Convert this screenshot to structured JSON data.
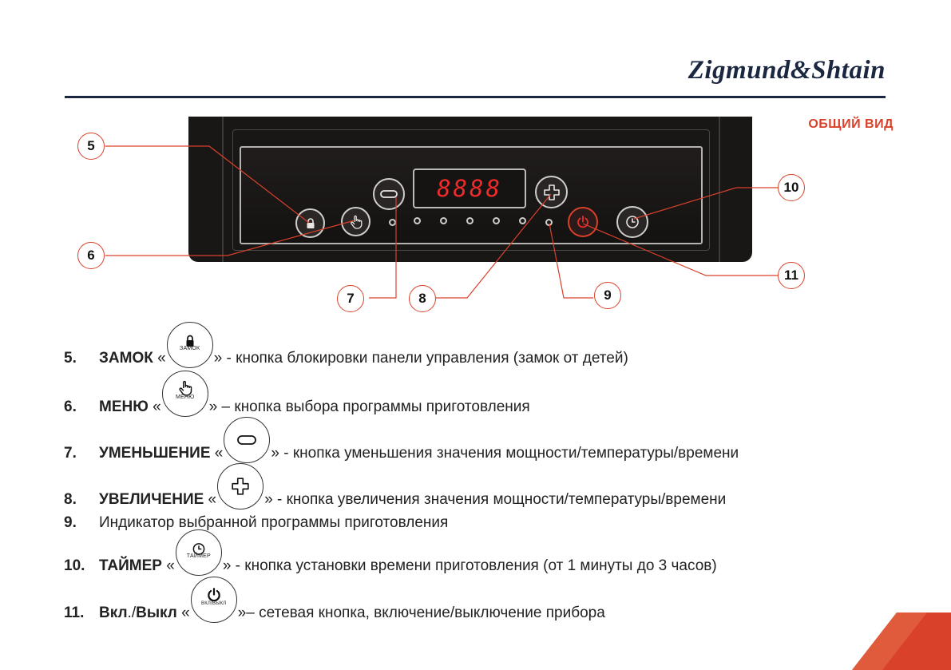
{
  "brand": "Zigmund&Shtain",
  "section_title": "ОБЩИЙ ВИД",
  "display_text": "8888",
  "badges": [
    "5",
    "6",
    "7",
    "8",
    "9",
    "10",
    "11"
  ],
  "legend": [
    {
      "num": "5.",
      "term": "ЗАМОК",
      "icon": "lock-icon",
      "caption": "ЗАМОК",
      "desc": "» - кнопка блокировки панели управления (замок от детей)"
    },
    {
      "num": "6.",
      "term": "МЕНЮ",
      "icon": "hand-icon",
      "caption": "МЕНЮ",
      "desc": "» – кнопка выбора программы приготовления"
    },
    {
      "num": "7.",
      "term": "УМЕНЬШЕНИЕ",
      "icon": "minus-icon",
      "caption": "",
      "desc": "» - кнопка уменьшения значения мощности/температуры/времени"
    },
    {
      "num": "8.",
      "term": "УВЕЛИЧЕНИЕ",
      "icon": "plus-icon",
      "caption": "",
      "desc": "» - кнопка увеличения значения мощности/температуры/времени"
    },
    {
      "num": "9.",
      "term": "",
      "icon": "",
      "caption": "",
      "desc": "Индикатор выбранной программы приготовления"
    },
    {
      "num": "10.",
      "term": "ТАЙМЕР",
      "icon": "clock-icon",
      "caption": "ТАЙМЕР",
      "desc": "» - кнопка установки времени приготовления (от 1 минуты до 3 часов)"
    },
    {
      "num": "11.",
      "term_a": "Вкл",
      "term_sep": "./",
      "term_b": "Выкл",
      "icon": "power-icon",
      "caption": "ВКЛ/ВЫКЛ",
      "desc": "»– сетевая кнопка, включение/выключение прибора"
    }
  ],
  "colors": {
    "accent": "#d9412a",
    "navy": "#1b2740",
    "display_red": "#ee2b2b"
  }
}
